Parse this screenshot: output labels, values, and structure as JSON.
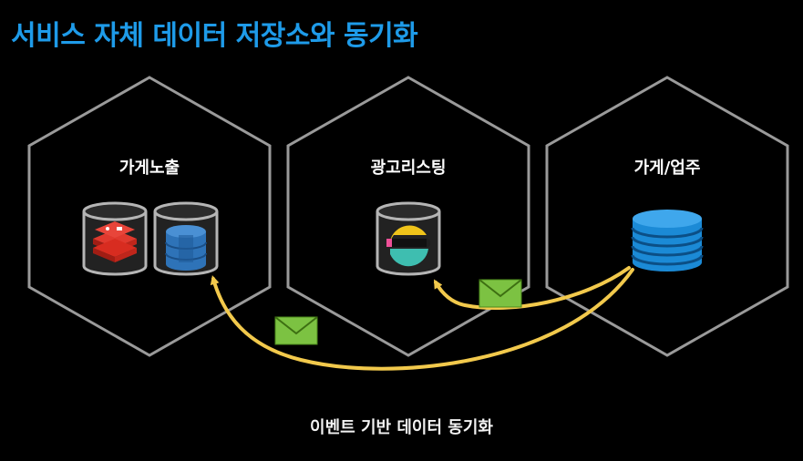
{
  "title": "서비스 자체 데이터 저장소와 동기화",
  "services": [
    {
      "label": "가게노출",
      "stores": [
        "redis-icon",
        "dynamodb-icon"
      ]
    },
    {
      "label": "광고리스팅",
      "stores": [
        "elasticsearch-icon"
      ]
    },
    {
      "label": "가게/업주",
      "stores": [
        "database-icon"
      ]
    }
  ],
  "caption": "이벤트 기반 데이터 동기화",
  "colors": {
    "title": "#1e9be9",
    "hexagon_stroke": "#9a9a9a",
    "arrow": "#f2c94c",
    "envelope": "#7cc242",
    "redis": "#d82c20",
    "dynamodb": "#2e73b8",
    "database": "#1b8ad6"
  }
}
